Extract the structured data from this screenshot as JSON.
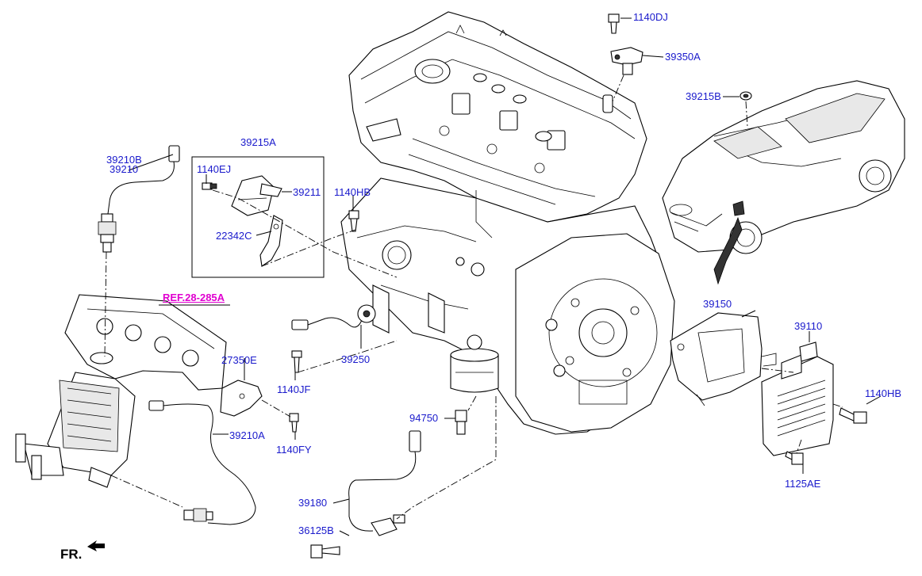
{
  "labels": {
    "p1140DJ": "1140DJ",
    "p39350A": "39350A",
    "p39215B": "39215B",
    "p39215A": "39215A",
    "p39210B": "39210B",
    "p39210": "39210",
    "p1140EJ": "1140EJ",
    "p39211": "39211",
    "p1140HB_top": "1140HB",
    "p22342C": "22342C",
    "p39150": "39150",
    "p39110": "39110",
    "p27350E": "27350E",
    "p39250": "39250",
    "p1140JF": "1140JF",
    "p1140HB_right": "1140HB",
    "p39210A": "39210A",
    "p1140FY": "1140FY",
    "p94750": "94750",
    "p1125AE": "1125AE",
    "p39180": "39180",
    "p36125B": "36125B"
  },
  "reference": "REF.28-285A",
  "direction_marker": "FR.",
  "colors": {
    "part_label": "#1a1acc",
    "reference_label": "#e000d0",
    "line_art": "#000000"
  }
}
